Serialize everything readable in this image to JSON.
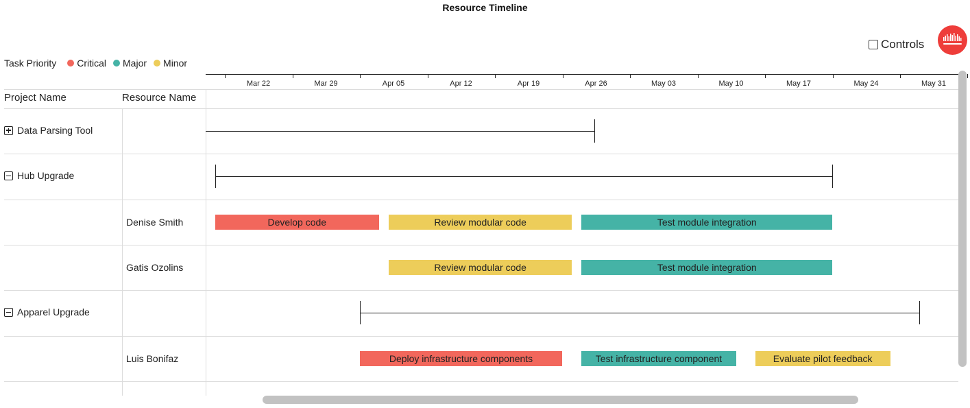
{
  "title": "Resource Timeline",
  "controls_label": "Controls",
  "legend": {
    "title": "Task Priority",
    "items": [
      {
        "label": "Critical",
        "color": "#f2675c"
      },
      {
        "label": "Major",
        "color": "#45b3a6"
      },
      {
        "label": "Minor",
        "color": "#edcd5a"
      }
    ]
  },
  "columns": {
    "project": "Project Name",
    "resource": "Resource Name"
  },
  "timeline": {
    "ticks": [
      "Mar 22",
      "Mar 29",
      "Apr 05",
      "Apr 12",
      "Apr 19",
      "Apr 26",
      "May 03",
      "May 10",
      "May 17",
      "May 24",
      "May 31"
    ]
  },
  "rows": [
    {
      "type": "project",
      "expanded": false,
      "label": "Data Parsing Tool",
      "span": {
        "start_day": -6.8,
        "end_day": 34.8
      }
    },
    {
      "type": "project",
      "expanded": true,
      "label": "Hub Upgrade",
      "span": {
        "start_day": -4.5,
        "end_day": 59.5
      }
    },
    {
      "type": "resource",
      "label": "Denise Smith",
      "tasks": [
        {
          "label": "Develop code",
          "priority": "Critical",
          "start_day": -4.5,
          "end_day": 12.5
        },
        {
          "label": "Review modular code",
          "priority": "Minor",
          "start_day": 13.5,
          "end_day": 32.5
        },
        {
          "label": "Test module integration",
          "priority": "Major",
          "start_day": 33.5,
          "end_day": 59.5
        }
      ]
    },
    {
      "type": "resource",
      "label": "Gatis Ozolins",
      "tasks": [
        {
          "label": "Review modular code",
          "priority": "Minor",
          "start_day": 13.5,
          "end_day": 32.5
        },
        {
          "label": "Test module integration",
          "priority": "Major",
          "start_day": 33.5,
          "end_day": 59.5
        }
      ]
    },
    {
      "type": "project",
      "expanded": true,
      "label": "Apparel Upgrade",
      "span": {
        "start_day": 10.5,
        "end_day": 68.5
      }
    },
    {
      "type": "resource",
      "label": "Luis Bonifaz",
      "tasks": [
        {
          "label": "Deploy infrastructure components",
          "priority": "Critical",
          "start_day": 10.5,
          "end_day": 31.5
        },
        {
          "label": "Test infrastructure component",
          "priority": "Major",
          "start_day": 33.5,
          "end_day": 49.5
        },
        {
          "label": "Evaluate pilot feedback",
          "priority": "Minor",
          "start_day": 51.5,
          "end_day": 65.5
        }
      ]
    }
  ]
}
